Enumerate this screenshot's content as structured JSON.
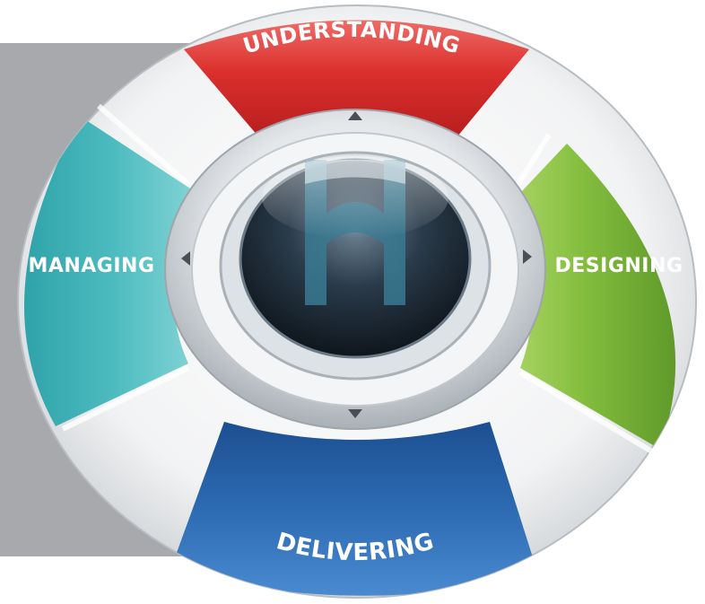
{
  "segments": {
    "top": {
      "label": "UNDERSTANDING",
      "color": "#d9302f"
    },
    "right": {
      "label": "DESIGNING",
      "color": "#7cb23a"
    },
    "bottom": {
      "label": "DELIVERING",
      "color": "#2a66ad"
    },
    "left": {
      "label": "MANAGING",
      "color": "#46b8bd"
    }
  },
  "center": {
    "logo_icon": "h-logo-icon"
  },
  "arrows": {
    "up": "arrow-up-icon",
    "down": "arrow-down-icon",
    "left": "arrow-left-icon",
    "right": "arrow-right-icon"
  },
  "colors": {
    "panel": "#a7a9ac",
    "ring": "#f1f2f3",
    "hub": "#1d2b38"
  }
}
